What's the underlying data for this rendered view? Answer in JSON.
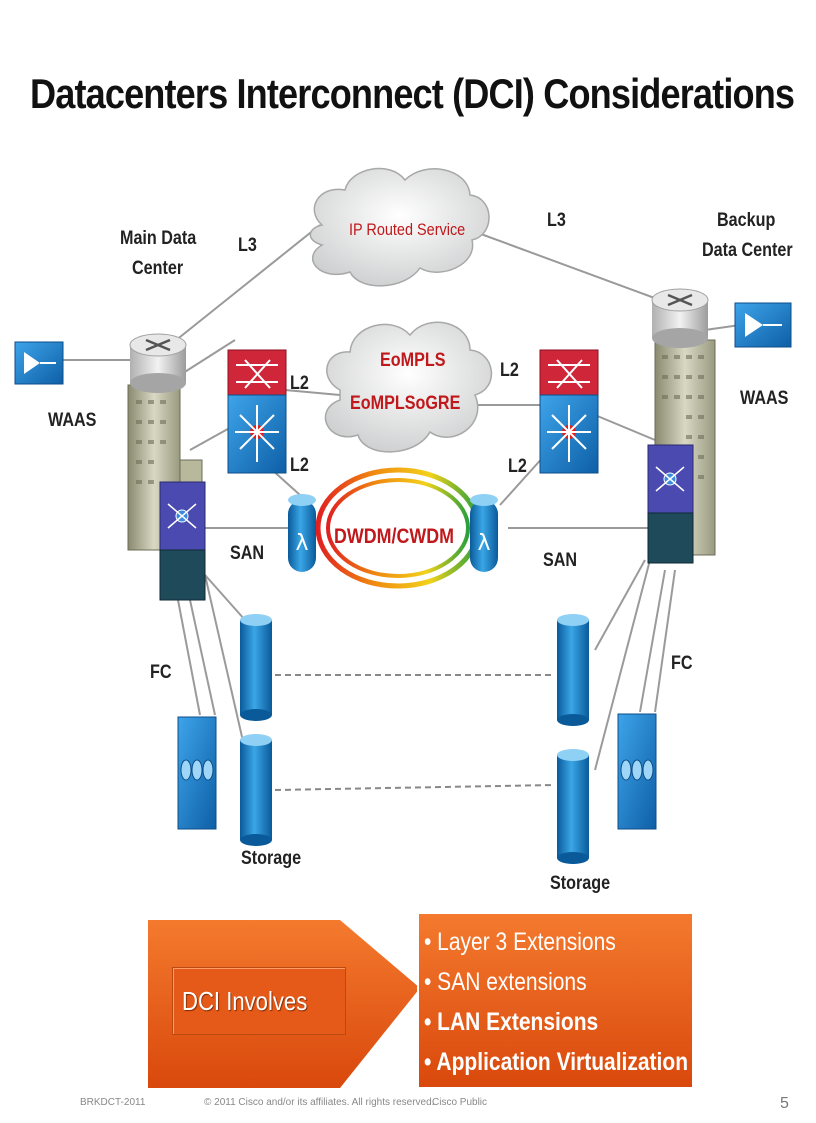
{
  "title": "Datacenters Interconnect (DCI) Considerations",
  "labels": {
    "main_dc_line1": "Main Data",
    "main_dc_line2": "Center",
    "backup_dc_line1": "Backup",
    "backup_dc_line2": "Data Center",
    "l3_left": "L3",
    "l3_right": "L3",
    "l2_upper_left": "L2",
    "l2_upper_right": "L2",
    "l2_lower_left": "L2",
    "l2_lower_right": "L2",
    "waas_left": "WAAS",
    "waas_right": "WAAS",
    "san_left": "SAN",
    "san_right": "SAN",
    "fc_left": "FC",
    "fc_right": "FC",
    "storage_left": "Storage",
    "storage_right": "Storage"
  },
  "clouds": {
    "ip_routed": "IP Routed Service",
    "eompls": "EoMPLS",
    "eomplsogre": "EoMPLSoGRE",
    "dwdm": "DWDM/CWDM"
  },
  "dci": {
    "label": "DCI Involves",
    "bullets": [
      {
        "text": "• Layer 3 Extensions",
        "bold": false
      },
      {
        "text": "• SAN extensions",
        "bold": false
      },
      {
        "text": "• LAN Extensions",
        "bold": true
      },
      {
        "text": "• Application Virtualization",
        "bold": true
      }
    ]
  },
  "footer": {
    "code": "BRKDCT-2011",
    "copyright": "© 2011 Cisco and/or its affiliates. All rights reserved.",
    "classification": "Cisco Public",
    "page": "5"
  },
  "colors": {
    "orange": "#e65a19",
    "cloud_text_red": "#c0181b",
    "device_blue": "#1a7fc8"
  }
}
